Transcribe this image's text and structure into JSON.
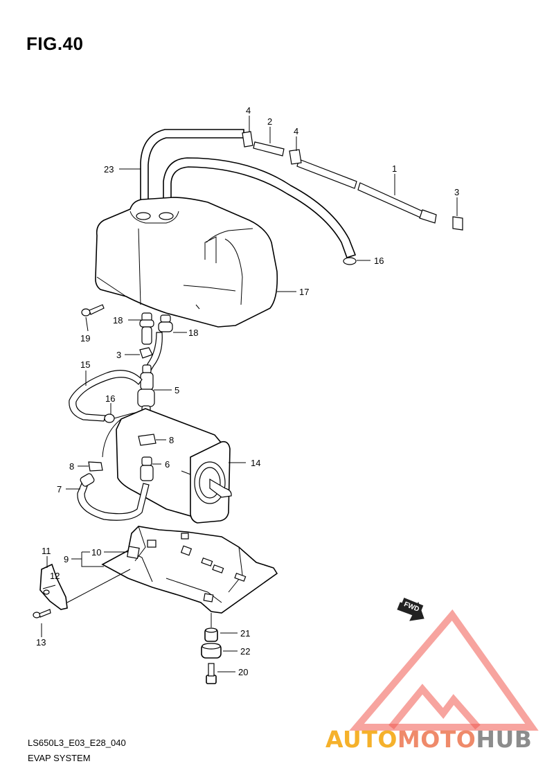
{
  "header": {
    "figure_title": "FIG.40"
  },
  "footer": {
    "model_code": "LS650L3_E03_E28_040",
    "system_name": "EVAP SYSTEM"
  },
  "watermark": {
    "brand_part1": "AUTO",
    "brand_part2": "MOTO",
    "brand_part3": "HUB",
    "colors": {
      "primary": "#f5b12b",
      "secondary": "#ef8a6a",
      "tertiary": "#8c8c8c",
      "logo": "#f05a50"
    }
  },
  "fwd_indicator": {
    "label": "FWD"
  },
  "callouts": [
    {
      "id": "c1",
      "label": "1"
    },
    {
      "id": "c2",
      "label": "2"
    },
    {
      "id": "c3a",
      "label": "3"
    },
    {
      "id": "c3b",
      "label": "3"
    },
    {
      "id": "c4a",
      "label": "4"
    },
    {
      "id": "c4b",
      "label": "4"
    },
    {
      "id": "c5",
      "label": "5"
    },
    {
      "id": "c6",
      "label": "6"
    },
    {
      "id": "c7",
      "label": "7"
    },
    {
      "id": "c8a",
      "label": "8"
    },
    {
      "id": "c8b",
      "label": "8"
    },
    {
      "id": "c9",
      "label": "9"
    },
    {
      "id": "c10",
      "label": "10"
    },
    {
      "id": "c11",
      "label": "11"
    },
    {
      "id": "c12",
      "label": "12"
    },
    {
      "id": "c13",
      "label": "13"
    },
    {
      "id": "c14",
      "label": "14"
    },
    {
      "id": "c15",
      "label": "15"
    },
    {
      "id": "c16a",
      "label": "16"
    },
    {
      "id": "c16b",
      "label": "16"
    },
    {
      "id": "c17",
      "label": "17"
    },
    {
      "id": "c18a",
      "label": "18"
    },
    {
      "id": "c18b",
      "label": "18"
    },
    {
      "id": "c19",
      "label": "19"
    },
    {
      "id": "c20",
      "label": "20"
    },
    {
      "id": "c21",
      "label": "21"
    },
    {
      "id": "c22",
      "label": "22"
    },
    {
      "id": "c23",
      "label": "23"
    }
  ]
}
